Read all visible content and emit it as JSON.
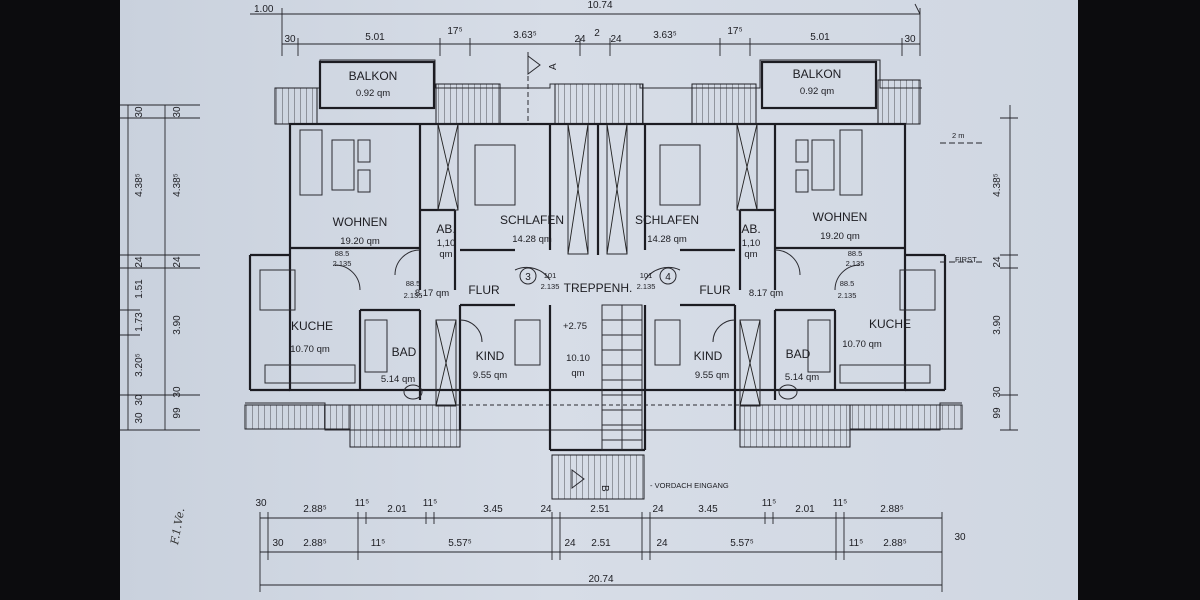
{
  "rooms": {
    "balkon_l": {
      "name": "BALKON",
      "area": "0.92 qm"
    },
    "balkon_r": {
      "name": "BALKON",
      "area": "0.92 qm"
    },
    "wohnen_l": {
      "name": "WOHNEN",
      "area": "19.20 qm"
    },
    "wohnen_r": {
      "name": "WOHNEN",
      "area": "19.20 qm"
    },
    "ab_l": {
      "name": "AB.",
      "area1": "1,10",
      "area2": "qm"
    },
    "ab_r": {
      "name": "AB.",
      "area1": "1,10",
      "area2": "qm"
    },
    "schlafen_l": {
      "name": "SCHLAFEN",
      "area": "14.28 qm"
    },
    "schlafen_r": {
      "name": "SCHLAFEN",
      "area": "14.28 qm"
    },
    "flur_l": {
      "name": "FLUR",
      "area": "8.17 qm"
    },
    "flur_r": {
      "name": "FLUR",
      "area": "8.17 qm"
    },
    "treppe": {
      "name": "TREPPENH.",
      "level": "+2.75",
      "area1": "10.10",
      "area2": "qm"
    },
    "kuche_l": {
      "name": "KUCHE",
      "area": "10.70 qm"
    },
    "kuche_r": {
      "name": "KUCHE",
      "area": "10.70 qm"
    },
    "bad_l": {
      "name": "BAD",
      "area": "5.14 qm"
    },
    "bad_r": {
      "name": "BAD",
      "area": "5.14 qm"
    },
    "kind_l": {
      "name": "KIND",
      "area": "9.55 qm"
    },
    "kind_r": {
      "name": "KIND",
      "area": "9.55 qm"
    }
  },
  "doors": {
    "d1": "88.5",
    "d1b": "2.135",
    "d3": "101",
    "d3b": "2.135",
    "flur_door": "88.5",
    "flur_door_b": "2.135"
  },
  "markers": {
    "apt_left": "3",
    "apt_right": "4",
    "section_a": "A",
    "section_b": "B"
  },
  "labels": {
    "vordach": "- VORDACH EINGANG",
    "first": "FIRST",
    "first_mark": "2 m"
  },
  "top_dims": {
    "total": "10.74",
    "left_overhang": "1.00",
    "row": [
      "30",
      "5.01",
      "17⁵",
      "3.63⁵",
      "24",
      "2",
      "24",
      "3.63⁵",
      "17⁵",
      "5.01",
      "30"
    ]
  },
  "bottom_dims": {
    "row1": [
      "30",
      "2.88⁵",
      "11⁵",
      "2.01",
      "11⁵",
      "3.45",
      "24",
      "2.51",
      "24",
      "3.45",
      "11⁵",
      "2.01",
      "11⁵",
      "2.88⁵"
    ],
    "row2": [
      "30",
      "2.88⁵",
      "11⁵",
      "5.57⁵",
      "24",
      "2.51",
      "24",
      "5.57⁵",
      "11⁵",
      "2.88⁵",
      "30"
    ],
    "total": "20.74"
  },
  "left_dims": {
    "outer": [
      "30",
      "4.38⁵",
      "24",
      "1.51",
      "1.73",
      "3.20⁵",
      "30"
    ],
    "inner": [
      "30",
      "4.38⁵",
      "24",
      "3.90",
      "30",
      "99"
    ],
    "bottom": "30"
  },
  "right_dims": [
    "4.38⁵",
    "24",
    "3.90",
    "30",
    "99"
  ],
  "notes": {
    "corner": "F.1.Ve."
  }
}
